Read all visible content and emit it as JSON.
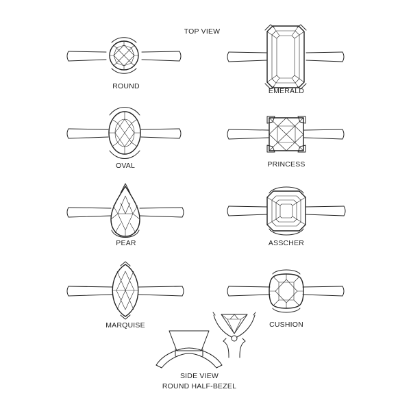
{
  "header": {
    "title": "TOP VIEW"
  },
  "rings": [
    {
      "id": "round",
      "label": "ROUND"
    },
    {
      "id": "oval",
      "label": "OVAL"
    },
    {
      "id": "pear",
      "label": "PEAR"
    },
    {
      "id": "marquise",
      "label": "MARQUISE"
    },
    {
      "id": "emerald",
      "label": "EMERALD"
    },
    {
      "id": "princess",
      "label": "PRINCESS"
    },
    {
      "id": "asscher",
      "label": "ASSCHER"
    },
    {
      "id": "cushion",
      "label": "CUSHION"
    }
  ],
  "side_view": {
    "line1": "SIDE VIEW",
    "line2": "ROUND HALF-BEZEL"
  },
  "colors": {
    "line": "#222222",
    "background": "#ffffff"
  }
}
